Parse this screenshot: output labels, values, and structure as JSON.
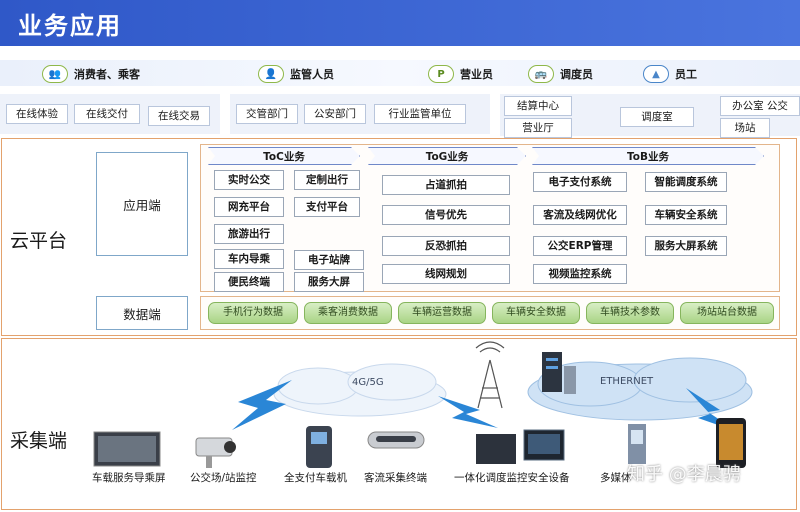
{
  "header": {
    "title": "业务应用"
  },
  "colors": {
    "header_blue": "#2f58c8",
    "frame_orange": "#e3a26d",
    "chevron_border": "#6f88c9",
    "data_green": "#a9d485"
  },
  "roles": [
    {
      "label": "消费者、乘客",
      "icon": "people-icon"
    },
    {
      "label": "监管人员",
      "icon": "supervisor-icon"
    },
    {
      "label": "营业员",
      "icon": "parking-icon"
    },
    {
      "label": "调度员",
      "icon": "bus-icon"
    },
    {
      "label": "员工",
      "icon": "employee-icon"
    }
  ],
  "groups": {
    "consumer": [
      "在线体验",
      "在线交付",
      "在线交易"
    ],
    "supervisor": [
      "交管部门",
      "公安部门",
      "行业监管单位"
    ],
    "business": [
      "结算中心",
      "营业厅"
    ],
    "dispatch": [
      "调度室"
    ],
    "staff": [
      "办公室 公交",
      "场站"
    ]
  },
  "cloud": {
    "label": "云平台",
    "app_end": "应用端",
    "data_end": "数据端",
    "toc": {
      "title": "ToC业务",
      "apps": [
        "实时公交",
        "定制出行",
        "网充平台",
        "支付平台",
        "旅游出行",
        "车内导乘",
        "电子站牌",
        "便民终端",
        "服务大屏"
      ]
    },
    "tog": {
      "title": "ToG业务",
      "apps": [
        "占道抓拍",
        "信号优先",
        "反恐抓拍",
        "线网规划"
      ]
    },
    "tob": {
      "title": "ToB业务",
      "apps": [
        "电子支付系统",
        "智能调度系统",
        "客流及线网优化",
        "车辆安全系统",
        "公交ERP管理",
        "服务大屏系统",
        "视频监控系统"
      ]
    },
    "data": [
      "手机行为数据",
      "乘客消费数据",
      "车辆运营数据",
      "车辆安全数据",
      "车辆技术参数",
      "场站站台数据"
    ]
  },
  "collect": {
    "label": "采集端",
    "network": [
      "4G/5G",
      "ETHERNET"
    ],
    "devices": [
      "车载服务导乘屏",
      "公交场/站监控",
      "全支付车载机",
      "客流采集终端",
      "一体化调度监控安全设备",
      "多媒体"
    ]
  },
  "watermark": "知乎 @李晨骋"
}
